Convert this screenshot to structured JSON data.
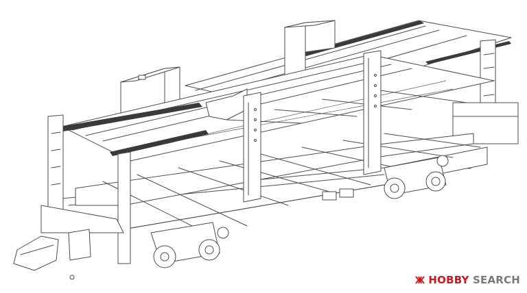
{
  "figure": {
    "subject": "car-carrier-railcar-line-drawing"
  },
  "watermark": {
    "brand_red": "HOBBY",
    "brand_gray": "SEARCH",
    "brand_color": "#c9191e",
    "text_color": "#7a7a7a",
    "icon": "hobbysearch-logo-icon"
  },
  "colors": {
    "line": "#4a4a4a",
    "background": "#ffffff"
  }
}
